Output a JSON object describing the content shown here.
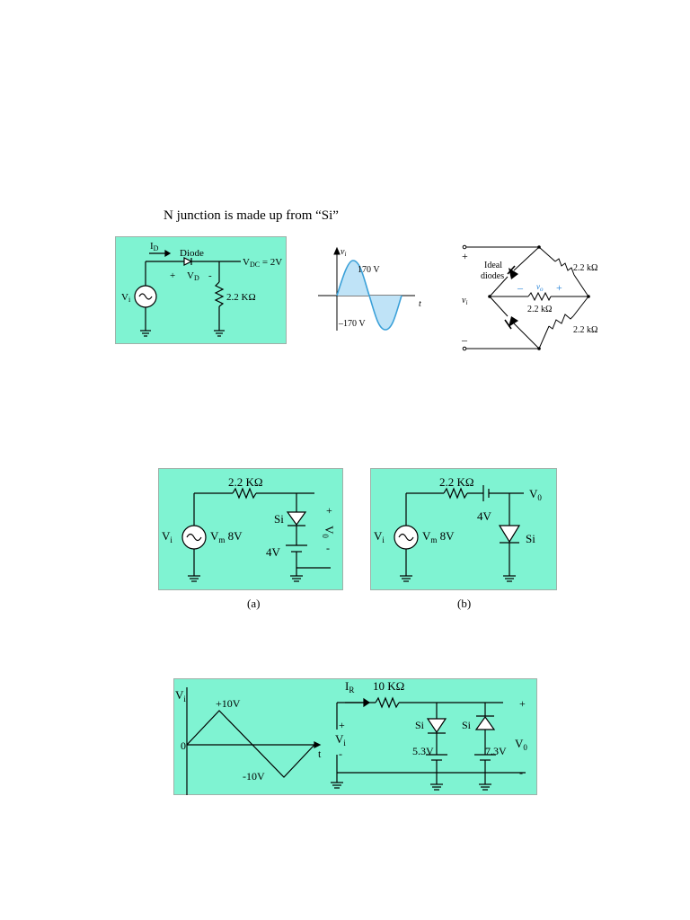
{
  "heading": "N junction is made up from “Si”",
  "fig1": {
    "current": "I",
    "current_sub": "D",
    "diode": "Diode",
    "vd": "V",
    "vd_sub": "D",
    "plus": "+",
    "minus": "-",
    "vdc": "V",
    "vdc_sub": "DC",
    "vdc_val": " = 2V",
    "resistor": "2.2 KΩ",
    "source": "V",
    "source_sub": "i"
  },
  "fig2": {
    "yaxis": "v",
    "yaxis_sub": "i",
    "xaxis": "t",
    "peak": "170 V",
    "trough": "–170 V"
  },
  "fig3": {
    "plus": "+",
    "minus": "–",
    "vi": "v",
    "vi_sub": "i",
    "ideal": "Ideal",
    "diodes": "diodes",
    "r_top": "2.2 kΩ",
    "r_mid": "2.2 kΩ",
    "r_bot": "2.2 kΩ",
    "vo": "v",
    "vo_sub": "o",
    "vo_minus": "–",
    "vo_plus": "+"
  },
  "figA": {
    "resistor": "2.2 KΩ",
    "vi": "V",
    "vi_sub": "i",
    "vm": "V",
    "vm_sub": "m",
    "vm_val": " 8V",
    "si": "Si",
    "battery": "4V",
    "plus": "+",
    "vo": "V",
    "vo_sub": "0",
    "minus": "-",
    "caption": "(a)"
  },
  "figB": {
    "resistor": "2.2 KΩ",
    "vo": "V",
    "vo_sub": "0",
    "battery": "4V",
    "vi": "V",
    "vi_sub": "i",
    "vm": "V",
    "vm_sub": "m",
    "vm_val": " 8V",
    "si": "Si",
    "caption": "(b)"
  },
  "fig4": {
    "yaxis": "V",
    "yaxis_sub": "i",
    "pos": "+10V",
    "zero": "0",
    "t": "t",
    "neg": "-10V",
    "ir": "I",
    "ir_sub": "R",
    "resistor": "10 KΩ",
    "plus_right": "+",
    "plus_left": "+",
    "vi": "V",
    "vi_sub": "i",
    "minus_left": "-",
    "si1": "Si",
    "si2": "Si",
    "b1": "5.3V",
    "b2": "7.3V",
    "vo": "V",
    "vo_sub": "0",
    "minus_right": "-"
  }
}
